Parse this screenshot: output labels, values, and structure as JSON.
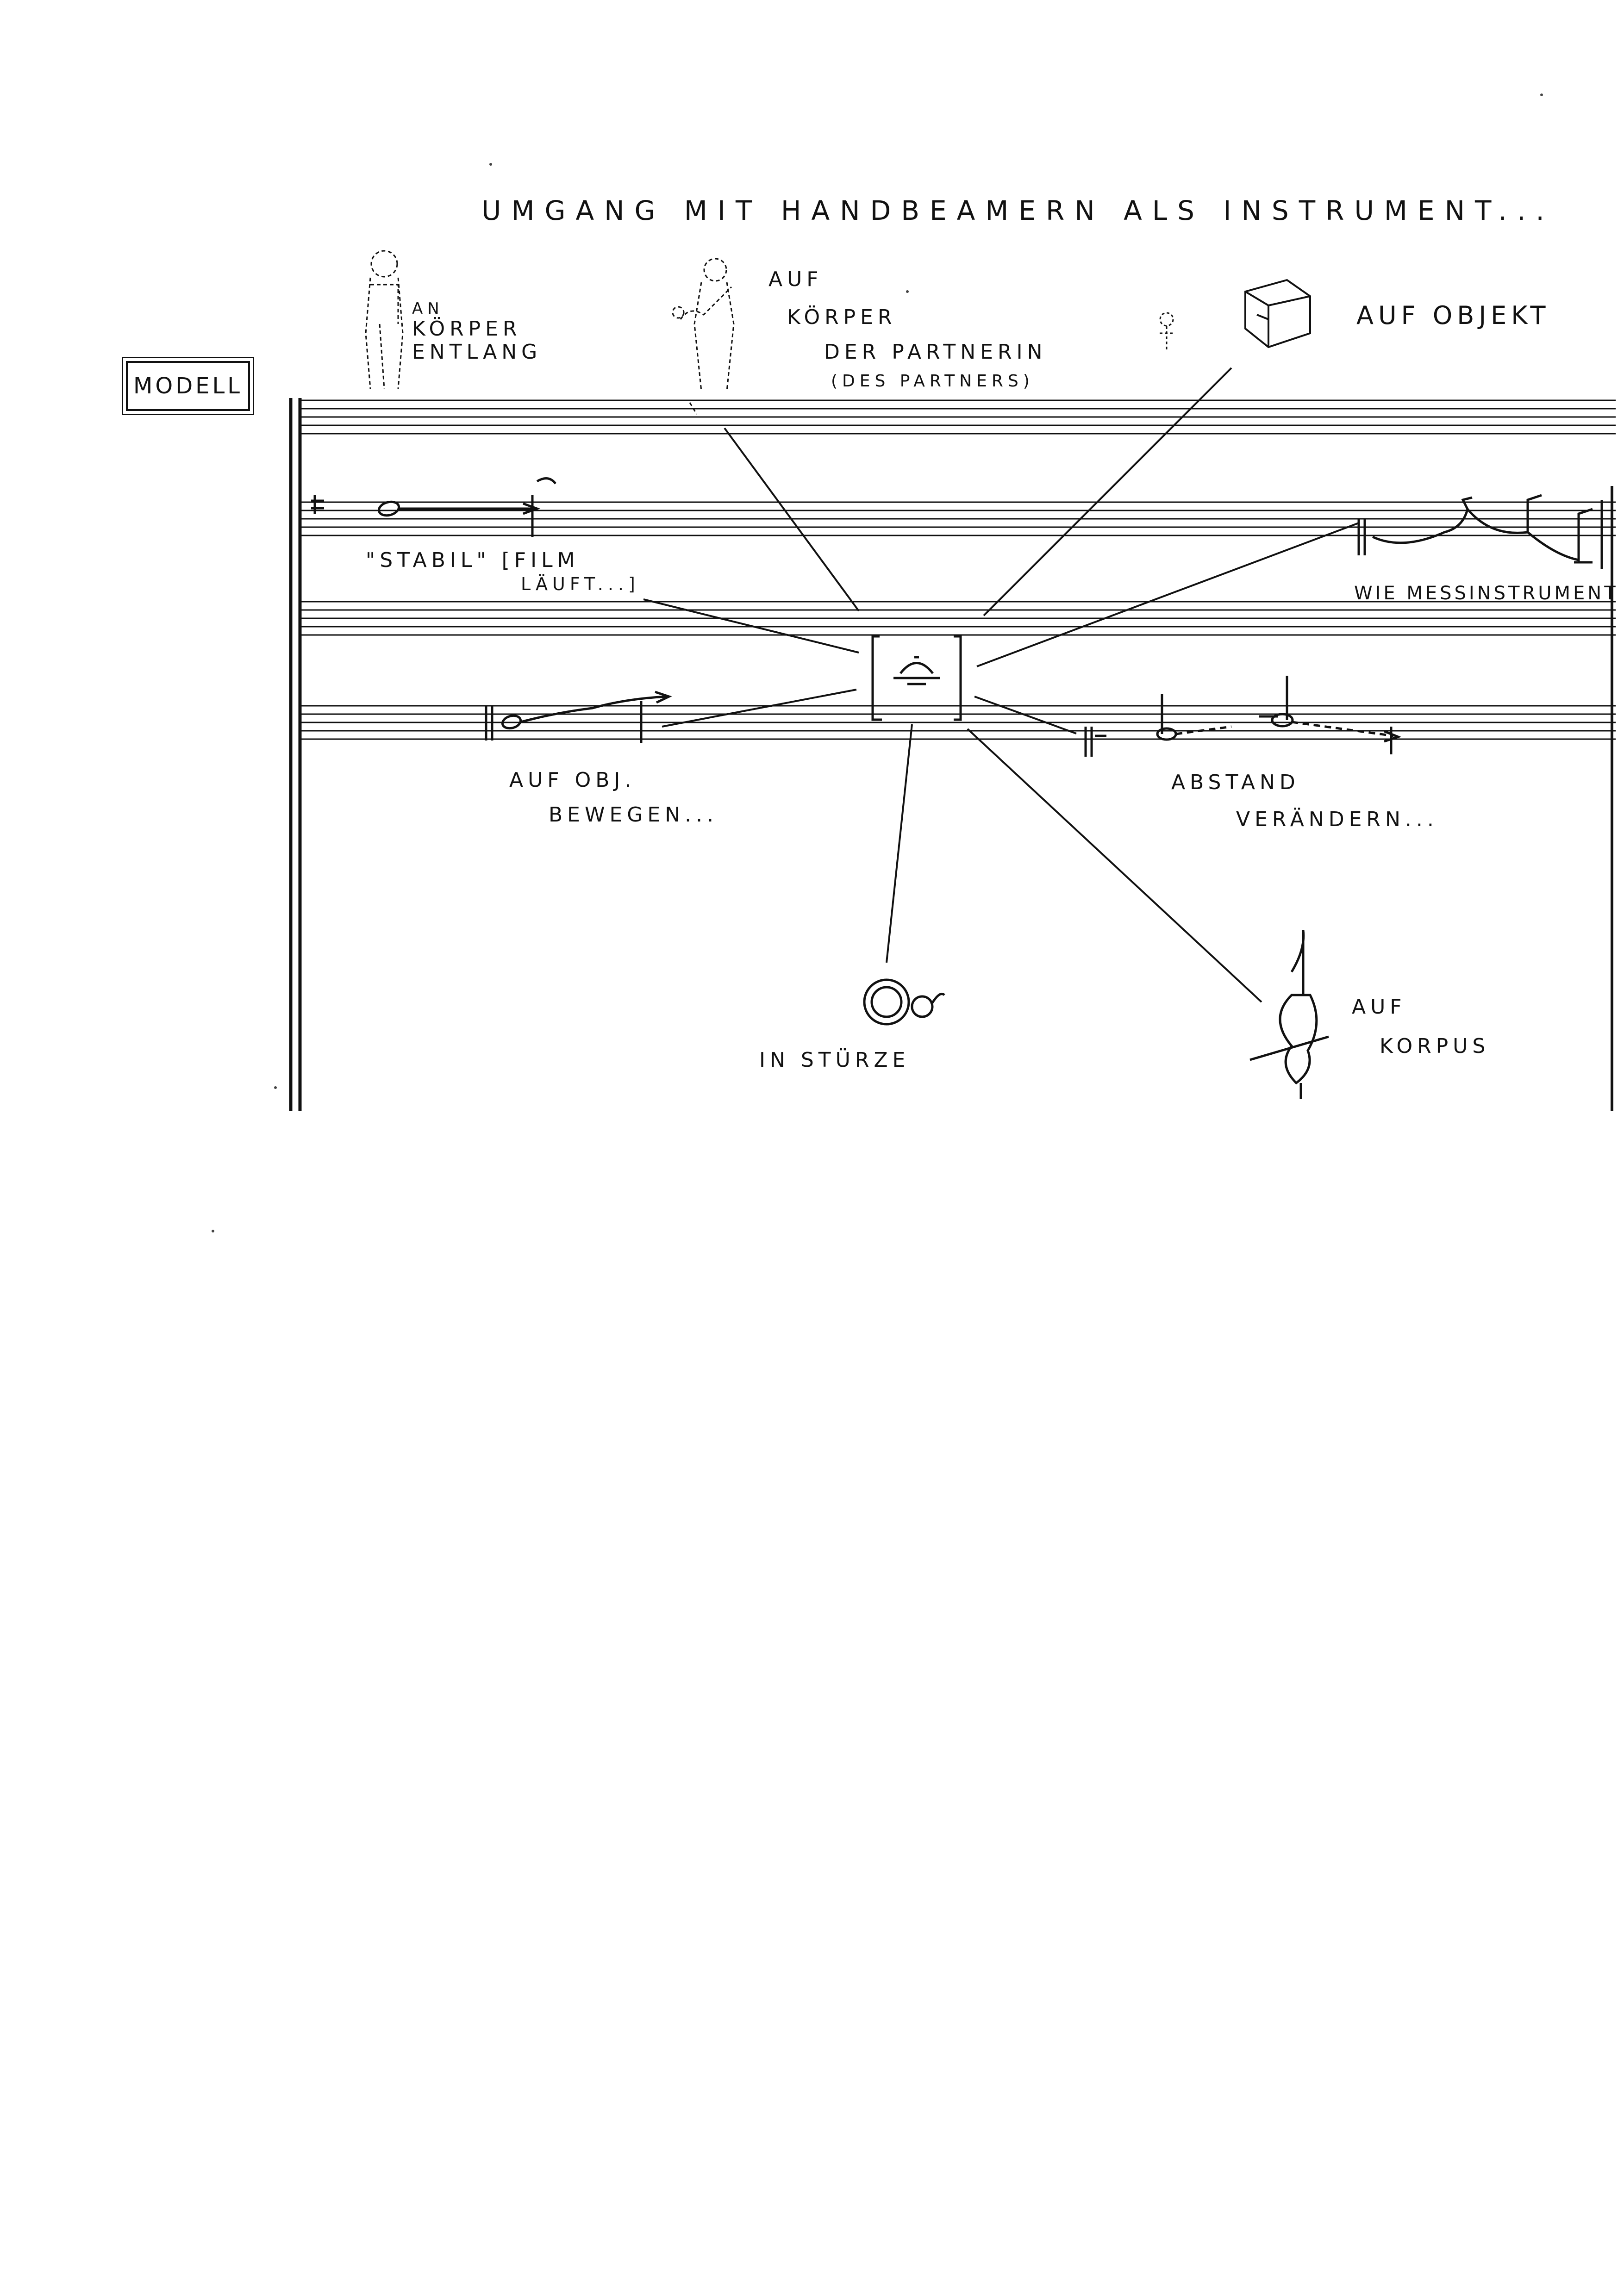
{
  "title": "UMGANG MIT HANDBEAMERN ALS INSTRUMENT...",
  "side_label": "MODELL",
  "annotations": {
    "body_along": [
      "AN",
      "KÖRPER",
      "ENTLANG"
    ],
    "partner_body": [
      "AUF",
      "KÖRPER",
      "DER PARTNERIN",
      "(DES PARTNERS)"
    ],
    "on_object": "AUF OBJEKT",
    "stable": [
      "\"STABIL\" [FILM",
      "LÄUFT...]"
    ],
    "measuring": "WIE MESSINSTRUMENT",
    "move_object": [
      "AUF OBJ.",
      "BEWEGEN..."
    ],
    "distance": [
      "ABSTAND",
      "VERÄNDERN..."
    ],
    "bell": "IN STÜRZE",
    "corpus": [
      "AUF",
      "KORPUS"
    ]
  },
  "colors": {
    "ink": "#111111",
    "paper": "#ffffff"
  },
  "icons": [
    "standing-figure-icon",
    "partner-figure-icon",
    "small-figure-icon",
    "cube-object-icon",
    "beamer-symbol-icon",
    "horn-bell-icon",
    "violin-body-icon"
  ]
}
